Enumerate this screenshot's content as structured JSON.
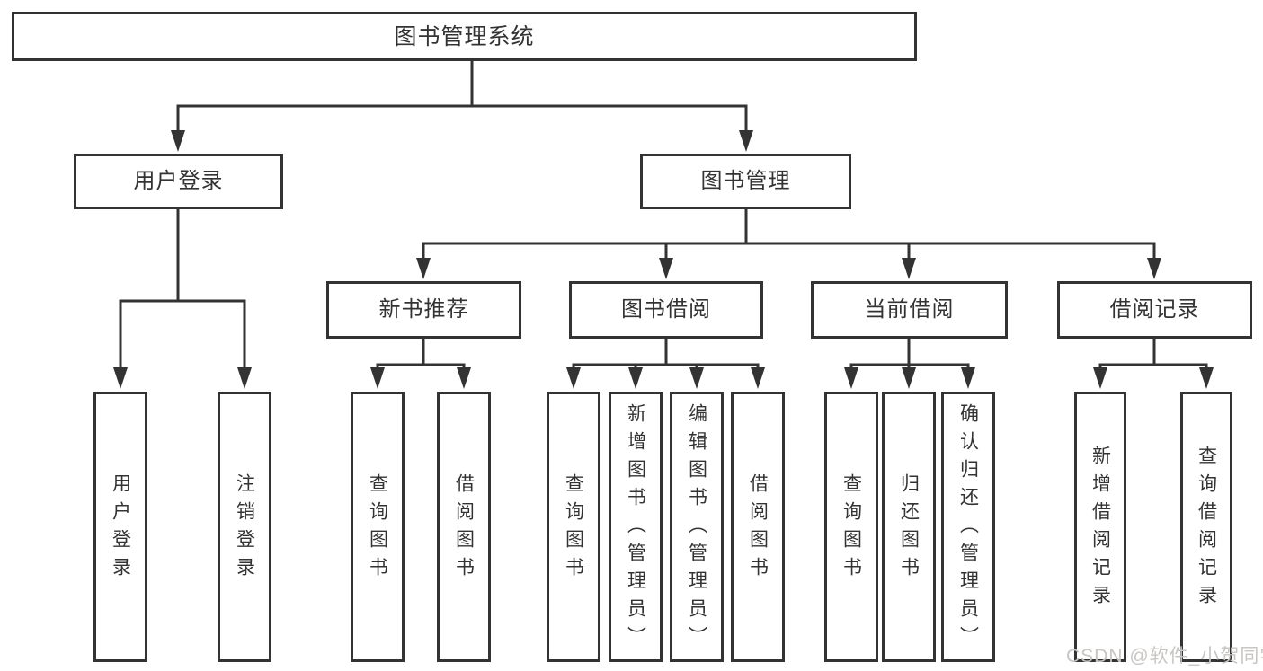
{
  "nodes": {
    "root": "图书管理系统",
    "user_login": "用户登录",
    "book_mgmt": "图书管理",
    "new_book_rec": "新书推荐",
    "book_borrow": "图书借阅",
    "current_borrow": "当前借阅",
    "borrow_records": "借阅记录",
    "leaf_user_login": "用户登录",
    "leaf_logout": "注销登录",
    "leaf_query_books_rec": "查询图书",
    "leaf_borrow_books_rec": "借阅图书",
    "leaf_query_books_bor": "查询图书",
    "leaf_add_books": "新增图书（管理员）",
    "leaf_edit_books": "编辑图书（管理员）",
    "leaf_borrow_books": "借阅图书",
    "leaf_query_books_cur": "查询图书",
    "leaf_return_books": "归还图书",
    "leaf_confirm_return": "确认归还（管理员）",
    "leaf_add_record": "新增借阅记录",
    "leaf_query_record": "查询借阅记录"
  },
  "watermark": "CSDN @软件_小贺同学",
  "colors": {
    "line": "#333333",
    "text": "#333333",
    "watermark": "#c8c5c2",
    "background": "#ffffff"
  }
}
